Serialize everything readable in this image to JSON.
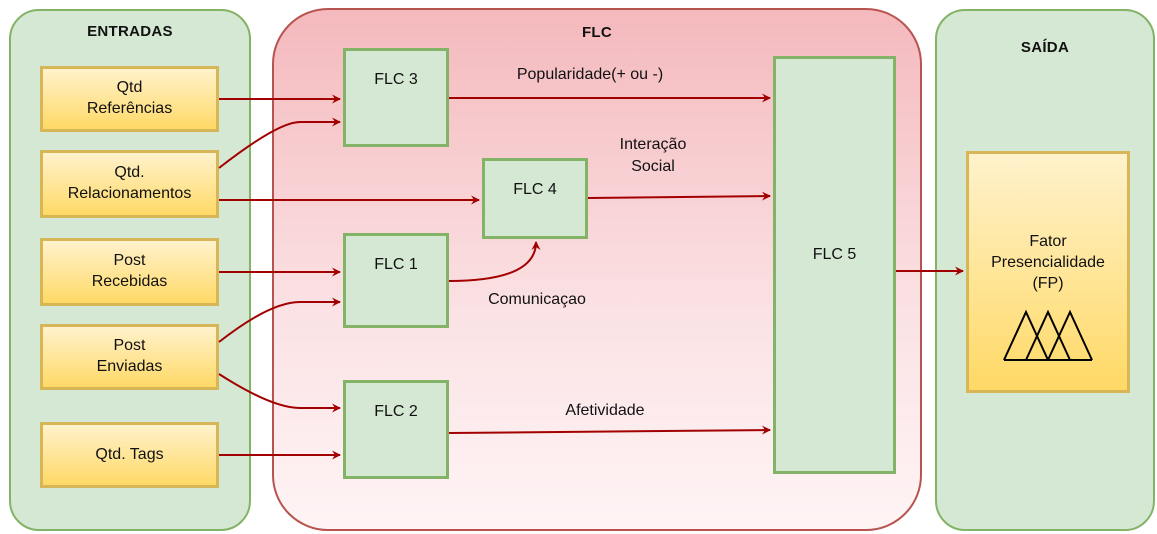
{
  "panels": {
    "entradas": "ENTRADAS",
    "flc": "FLC",
    "saida": "SAÍDA"
  },
  "inputs": {
    "ref": [
      "Qtd",
      "Referências"
    ],
    "rel": [
      "Qtd.",
      "Relacionamentos"
    ],
    "rec": [
      "Post",
      "Recebidas"
    ],
    "env": [
      "Post",
      "Enviadas"
    ],
    "tags": [
      "Qtd. Tags"
    ]
  },
  "blocks": {
    "flc1": "FLC 1",
    "flc2": "FLC 2",
    "flc3": "FLC 3",
    "flc4": "FLC 4",
    "flc5": "FLC 5"
  },
  "edge_labels": {
    "popularidade": "Popularidade(+ ou -)",
    "interacao": [
      "Interação",
      "Social"
    ],
    "comunicacao": "Comunicaçao",
    "afetividade": "Afetividade"
  },
  "output": {
    "lines": [
      "Fator",
      "Presencialidade",
      "(FP)"
    ],
    "icon": "membership-triangles-icon"
  },
  "colors": {
    "arrow": "#a20000",
    "green_fill": "#d5e8d4",
    "green_border": "#82b366",
    "yellow_border": "#d6b656",
    "red_border": "#b85450"
  }
}
